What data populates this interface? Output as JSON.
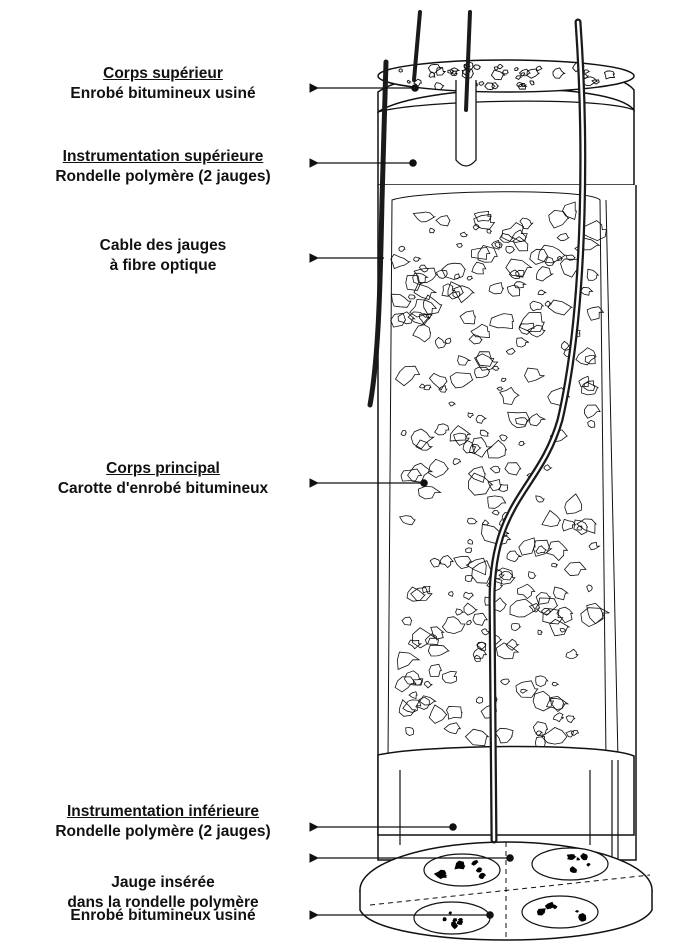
{
  "labels": [
    {
      "id": "top-body",
      "title": "Corps supérieur",
      "line1": "Enrobé bitumineux usiné",
      "line2": ""
    },
    {
      "id": "upper-instr",
      "title": "Instrumentation supérieure",
      "line1": "Rondelle polymère (2 jauges)",
      "line2": ""
    },
    {
      "id": "cable",
      "title": "",
      "line1": "Cable des jauges",
      "line2": "à fibre optique"
    },
    {
      "id": "main-body",
      "title": "Corps principal",
      "line1": "Carotte d'enrobé bitumineux",
      "line2": ""
    },
    {
      "id": "lower-instr",
      "title": "Instrumentation inférieure",
      "line1": "Rondelle polymère (2 jauges)",
      "line2": ""
    },
    {
      "id": "gauge",
      "title": "",
      "line1": "Jauge insérée",
      "line2": "dans la rondelle polymère"
    },
    {
      "id": "base",
      "title": "",
      "line1": "Enrobé bitumineux usiné",
      "line2": ""
    }
  ],
  "colors": {
    "ink": "#111111",
    "paper": "#ffffff",
    "cable": "#1a1a1a"
  }
}
